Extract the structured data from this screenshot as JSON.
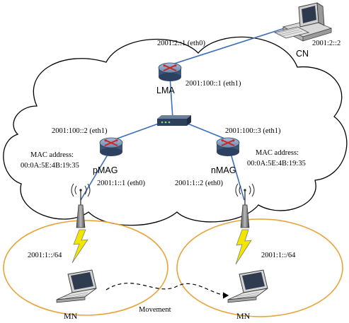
{
  "nodes": {
    "lma": "LMA",
    "pmag": "pMAG",
    "nmag": "nMAG",
    "cn": "CN",
    "mn_left": "MN",
    "mn_right": "MN"
  },
  "addresses": {
    "lma_eth0": "2001:2::1 (eth0)",
    "lma_eth1": "2001:100::1 (eth1)",
    "cn": "2001:2::2",
    "pmag_eth1": "2001:100::2 (eth1)",
    "nmag_eth1": "2001:100::3 (eth1)",
    "pmag_eth0": "2001:1::1 (eth0)",
    "nmag_eth0": "2001:1::2 (eth0)",
    "prefix_left": "2001:1::/64",
    "prefix_right": "2001:1::/64"
  },
  "mac": {
    "left_label": "MAC address:",
    "left_value": "00:0A:5E:4B:19:35",
    "right_label": "MAC address:",
    "right_value": "00:0A:5E:4B:19:35"
  },
  "movement_label": "Movement",
  "colors": {
    "cloud_stroke": "#000000",
    "link_blue": "#3d6fb8",
    "router_blue": "#4f6d92",
    "router_arrows": "#c62828",
    "lightning": "#f2e600",
    "cell_ring": "#e8a33a",
    "switch_body": "#2e3f5c"
  },
  "icons": [
    "router-icon",
    "switch-icon",
    "computer-icon",
    "laptop-icon",
    "antenna-icon",
    "lightning-icon"
  ]
}
